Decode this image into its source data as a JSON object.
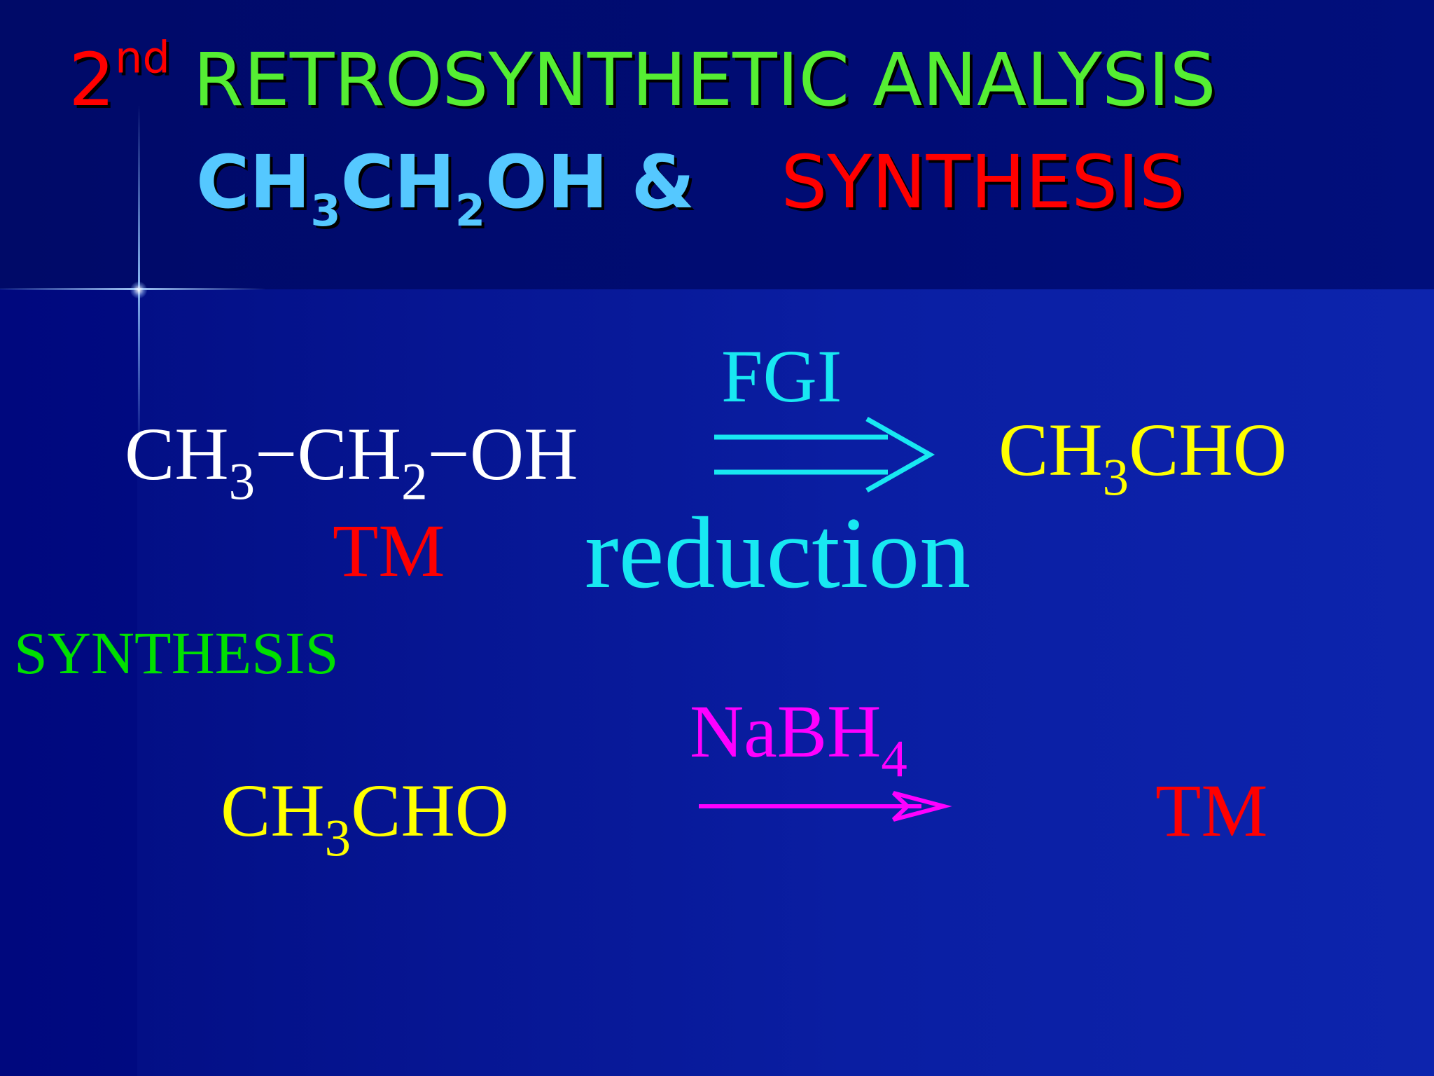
{
  "slide": {
    "title_line1": {
      "ordinal_number": "2",
      "ordinal_suffix": "nd",
      "text": "RETROSYNTHETIC ANALYSIS"
    },
    "title_line2": {
      "formula_parts": [
        "CH",
        "3",
        "CH",
        "2",
        "OH"
      ],
      "ampersand": "&",
      "synthesis_word": "SYNTHESIS"
    }
  },
  "retro": {
    "target_formula_parts": [
      "CH",
      "3",
      "−CH",
      "2",
      "−OH"
    ],
    "target_label": "TM",
    "transform_label": "FGI",
    "reaction_label": "reduction",
    "precursor_formula_parts": [
      "CH",
      "3",
      "CHO"
    ]
  },
  "synthesis": {
    "section_label": "SYNTHESIS",
    "start_formula_parts": [
      "CH",
      "3",
      "CHO"
    ],
    "reagent_parts": [
      "NaBH",
      "4"
    ],
    "product_label": "TM"
  },
  "colors": {
    "title_number": "#ff0000",
    "title_text": "#55ee33",
    "formula_blue": "#55c8ff",
    "synthesis_red": "#ff0000",
    "fgi_cyan": "#18e8f2",
    "aldehyde_yellow": "#ffff00",
    "reagent_magenta": "#ff00ff",
    "synthesis_green": "#00e000"
  }
}
